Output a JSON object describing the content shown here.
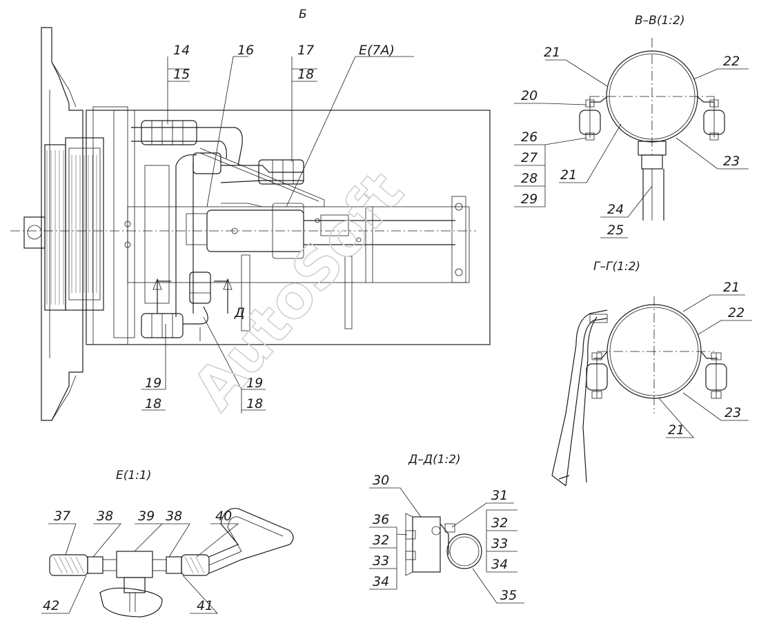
{
  "views": {
    "main": "Б",
    "section_v": "В–В(1:2)",
    "section_g": "Г–Г(1:2)",
    "section_d": "Д–Д(1:2)",
    "detail_e": "Е(1:1)",
    "ref_e": "Е(7А)",
    "cut_d": "Д"
  },
  "watermark": "AutoSoft",
  "callouts": {
    "c14": "14",
    "c15": "15",
    "c16": "16",
    "c17": "17",
    "c18a": "18",
    "c19a": "19",
    "c18b": "18",
    "c19b": "19",
    "c18c": "18",
    "v21a": "21",
    "v22": "22",
    "v20": "20",
    "v26": "26",
    "v27": "27",
    "v28": "28",
    "v29": "29",
    "v21b": "21",
    "v23": "23",
    "v24": "24",
    "v25": "25",
    "g21a": "21",
    "g22": "22",
    "g23": "23",
    "g21b": "21",
    "d30": "30",
    "d31": "31",
    "d32a": "32",
    "d33a": "33",
    "d34a": "34",
    "d36": "36",
    "d32b": "32",
    "d33b": "33",
    "d34b": "34",
    "d35": "35",
    "e37": "37",
    "e38a": "38",
    "e39": "39",
    "e38b": "38",
    "e40": "40",
    "e42": "42",
    "e41": "41"
  }
}
